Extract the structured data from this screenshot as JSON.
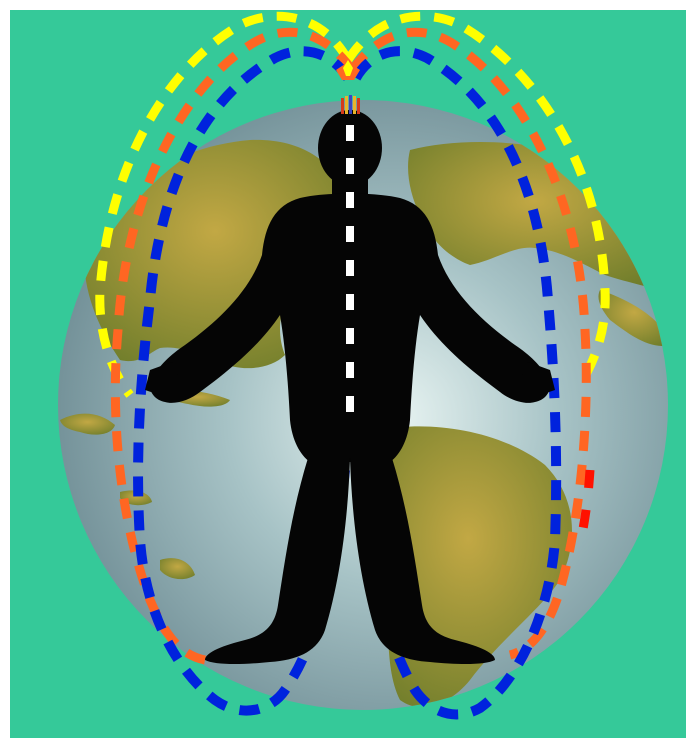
{
  "scene": {
    "background_color": "#35c999",
    "frame_color": "#ffffff",
    "globe": {
      "ocean_highlight": "#e8f4f2",
      "ocean_shadow": "#6c8a92",
      "land_color": "#a99838",
      "land_shadow": "#6f7d2b"
    },
    "figure": {
      "silhouette_color": "#050505",
      "spine_marker_color": "#ffffff",
      "crown_ray_colors": [
        "#d63a1a",
        "#e9b52b",
        "#3b46c4",
        "#e9b52b"
      ]
    },
    "energy_loops": [
      {
        "name": "yellow-outer-loop",
        "color": "#ffff00"
      },
      {
        "name": "orange-middle-loop",
        "color": "#ff6622"
      },
      {
        "name": "blue-inner-loop",
        "color": "#0022dd"
      },
      {
        "name": "red-accent",
        "color": "#ff1100"
      }
    ],
    "icon": "human-energy-field-over-globe"
  }
}
